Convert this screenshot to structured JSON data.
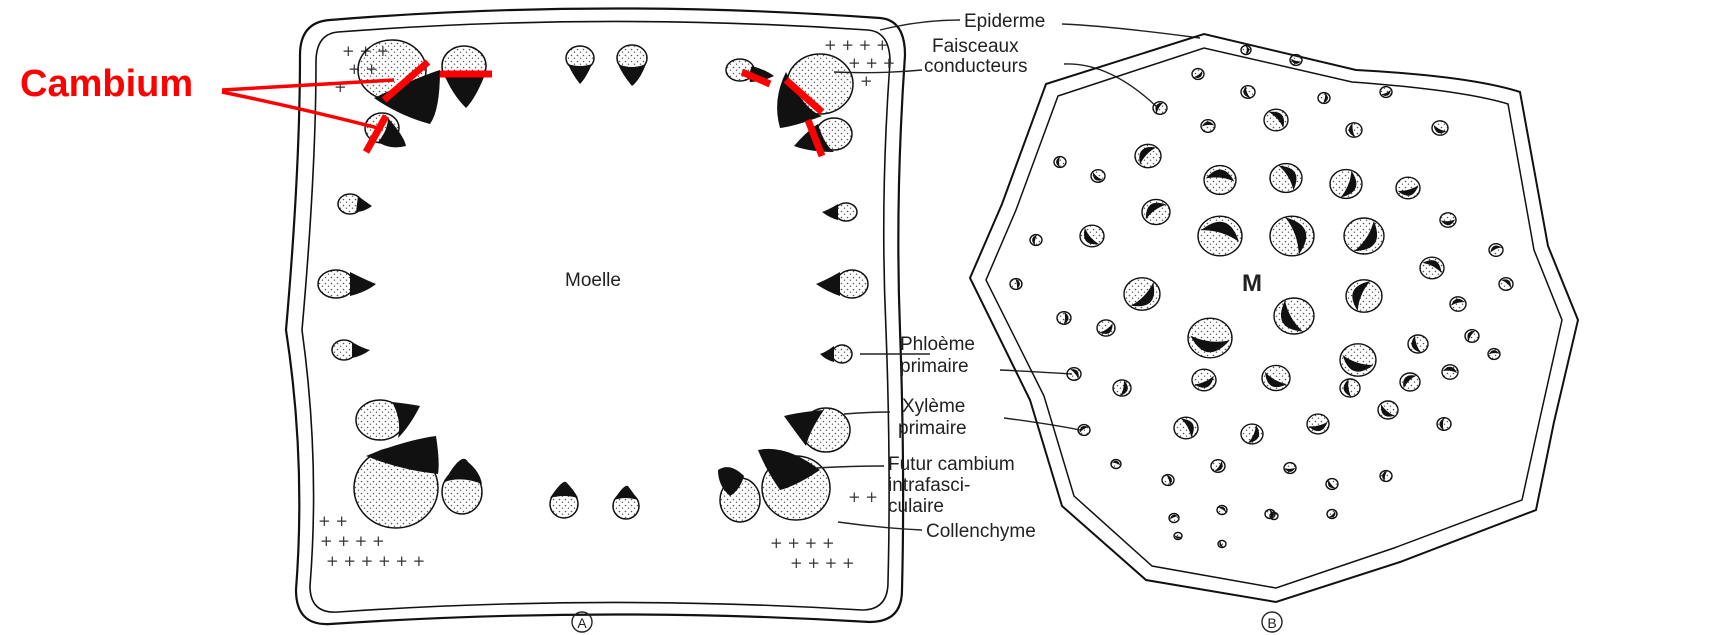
{
  "highlight": {
    "label": "Cambium",
    "color": "#ff0000"
  },
  "diagram_a": {
    "center_label": "Moelle",
    "figure_mark": "A",
    "labels": {
      "epiderme": "Epiderme",
      "faisceaux_line1": "Faisceaux",
      "faisceaux_line2": "conducteurs",
      "phloeme_line1": "Phloème",
      "phloeme_line2": "primaire",
      "xyleme_line1": "Xylème",
      "xyleme_line2": "primaire",
      "futur_line1": "Futur cambium",
      "futur_line2": "intrafasci-",
      "futur_line3": "culaire",
      "collenchyme": "Collenchyme"
    }
  },
  "diagram_b": {
    "center_label": "M",
    "figure_mark": "B"
  },
  "colors": {
    "ink": "#111111",
    "stipple": "#555555",
    "accent": "#ff0000"
  }
}
